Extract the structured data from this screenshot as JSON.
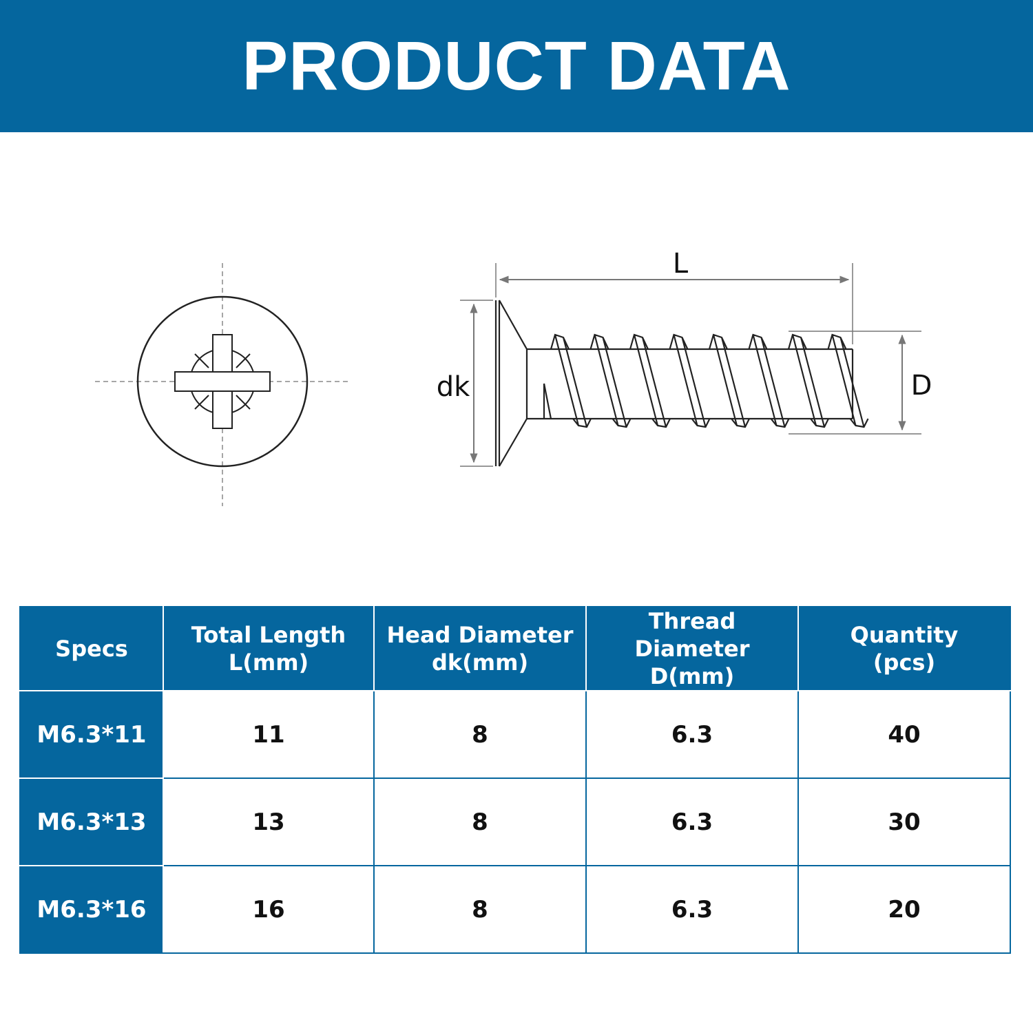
{
  "header": {
    "title": "PRODUCT DATA"
  },
  "colors": {
    "brand": "#05669e",
    "text": "#111111",
    "line": "#222222",
    "dimension": "#777777"
  },
  "diagram": {
    "labels": {
      "length": "L",
      "head_diameter": "dk",
      "thread_diameter": "D"
    },
    "head_icon": "phillips-pozi-head-icon"
  },
  "table": {
    "headers": [
      {
        "line1": "Specs",
        "line2": ""
      },
      {
        "line1": "Total Length",
        "line2": "L(mm)"
      },
      {
        "line1": "Head Diameter",
        "line2": "dk(mm)"
      },
      {
        "line1": "Thread Diameter",
        "line2": "D(mm)"
      },
      {
        "line1": "Quantity",
        "line2": "(pcs)"
      }
    ],
    "rows": [
      {
        "spec": "M6.3*11",
        "length": "11",
        "head": "8",
        "thread": "6.3",
        "qty": "40"
      },
      {
        "spec": "M6.3*13",
        "length": "13",
        "head": "8",
        "thread": "6.3",
        "qty": "30"
      },
      {
        "spec": "M6.3*16",
        "length": "16",
        "head": "8",
        "thread": "6.3",
        "qty": "20"
      }
    ]
  }
}
